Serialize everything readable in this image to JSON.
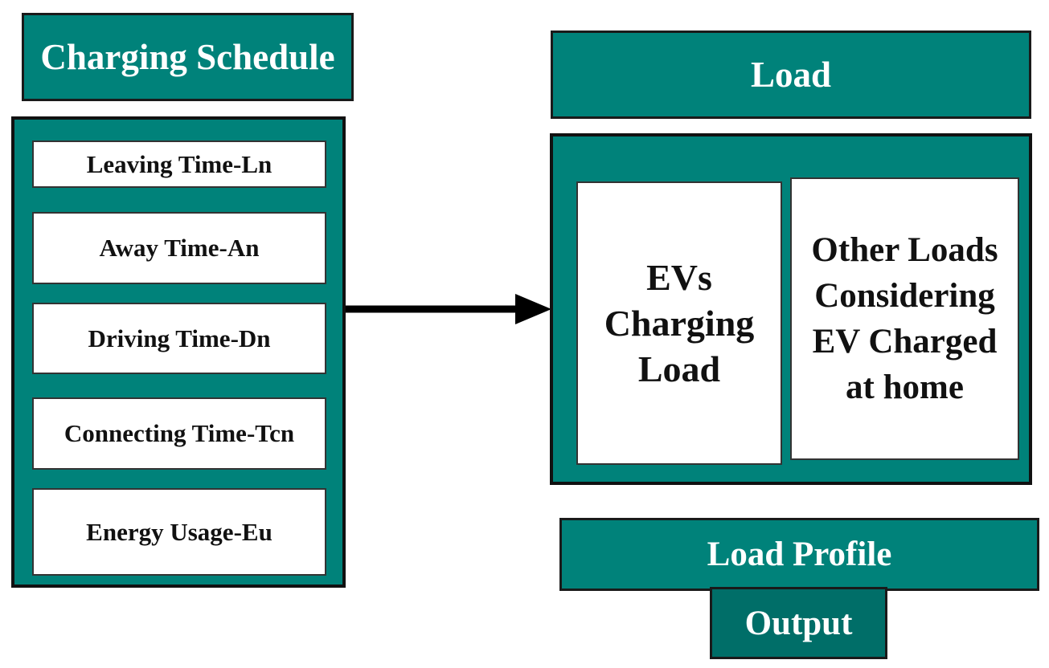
{
  "charging_schedule": {
    "title": "Charging Schedule",
    "items": [
      "Leaving Time-Ln",
      "Away Time-An",
      "Driving Time-Dn",
      "Connecting Time-Tcn",
      "Energy Usage-Eu"
    ]
  },
  "load": {
    "title": "Load",
    "ev_charging_load": [
      "EVs",
      "Charging",
      "Load"
    ],
    "other_loads": [
      "Other Loads",
      "Considering",
      "EV Charged",
      "at home"
    ]
  },
  "load_profile": {
    "title": "Load Profile"
  },
  "output": {
    "title": "Output"
  },
  "colors": {
    "teal": "#00827a",
    "dark_teal": "#006e68",
    "border": "#111111",
    "arrow": "#000000"
  }
}
